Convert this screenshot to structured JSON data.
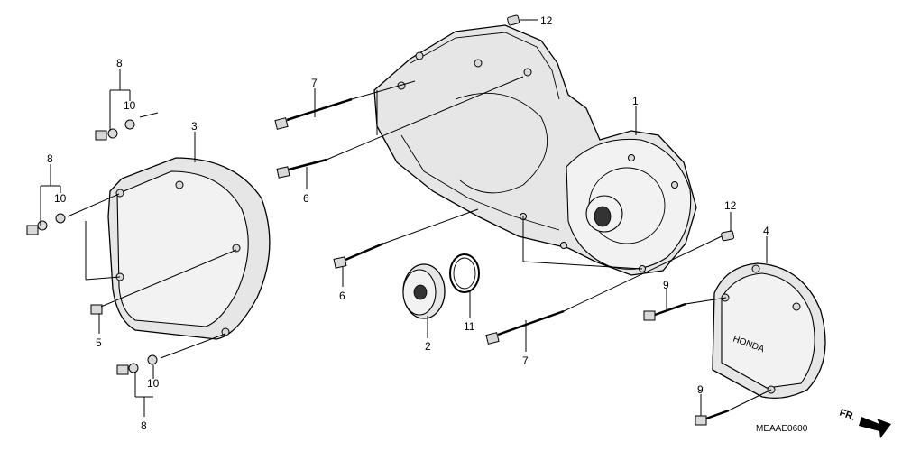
{
  "callouts": {
    "c1": "1",
    "c2": "2",
    "c3": "3",
    "c4": "4",
    "c5": "5",
    "c6a": "6",
    "c6b": "6",
    "c7a": "7",
    "c7b": "7",
    "c8a": "8",
    "c8b": "8",
    "c8c": "8",
    "c9a": "9",
    "c9b": "9",
    "c10a": "10",
    "c10b": "10",
    "c10c": "10",
    "c11": "11",
    "c12a": "12",
    "c12b": "12"
  },
  "diagram_code": "MEAAE0600",
  "direction_label": "FR.",
  "cover_logo": "HONDA"
}
